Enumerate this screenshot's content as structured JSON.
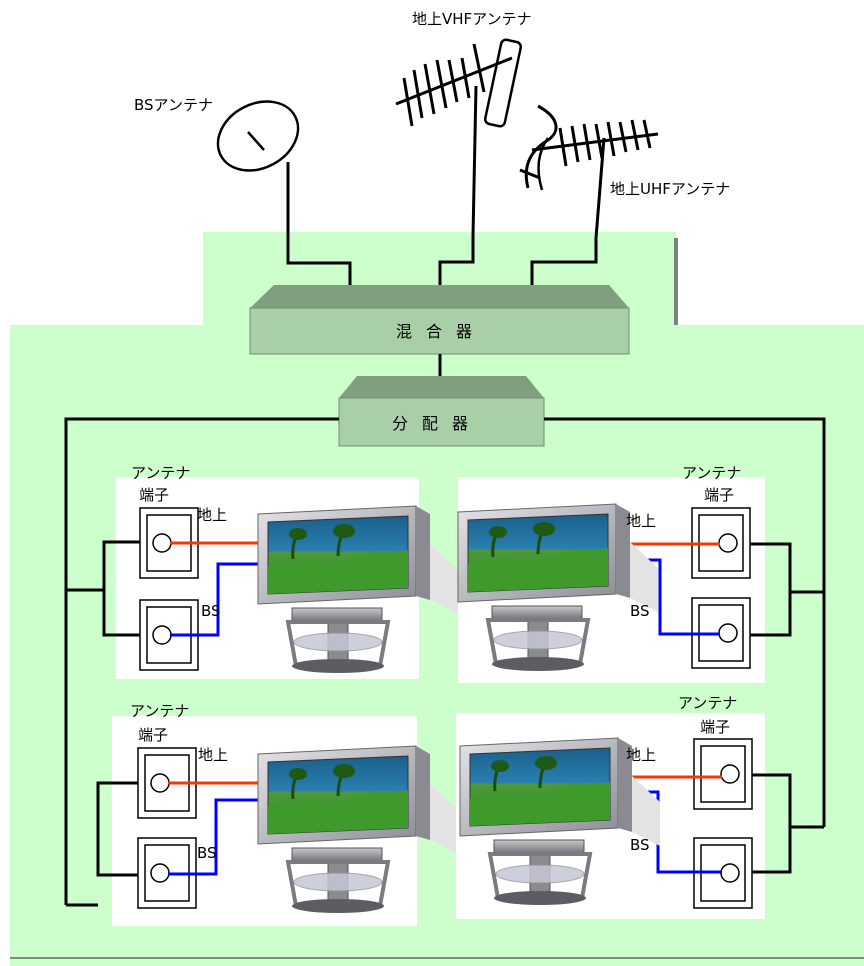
{
  "antennas": {
    "bs": "BSアンテナ",
    "vhf": "地上VHFアンテナ",
    "uhf": "地上UHFアンテナ"
  },
  "devices": {
    "mixer": "混合器",
    "splitter": "分配器"
  },
  "rooms": [
    {
      "terminal_label_line1": "アンテナ",
      "terminal_label_line2": "端子",
      "terrestrial": "地上",
      "bs": "BS"
    },
    {
      "terminal_label_line1": "アンテナ",
      "terminal_label_line2": "端子",
      "terrestrial": "地上",
      "bs": "BS"
    },
    {
      "terminal_label_line1": "アンテナ",
      "terminal_label_line2": "端子",
      "terrestrial": "地上",
      "bs": "BS"
    },
    {
      "terminal_label_line1": "アンテナ",
      "terminal_label_line2": "端子",
      "terrestrial": "地上",
      "bs": "BS"
    }
  ],
  "colors": {
    "house": "#ccffcc",
    "device_top": "#7f9f7f",
    "device_front": "#a9cfa9",
    "terrestrial_cable": "#ff3300",
    "bs_cable": "#0000ff",
    "wire": "#000000"
  }
}
